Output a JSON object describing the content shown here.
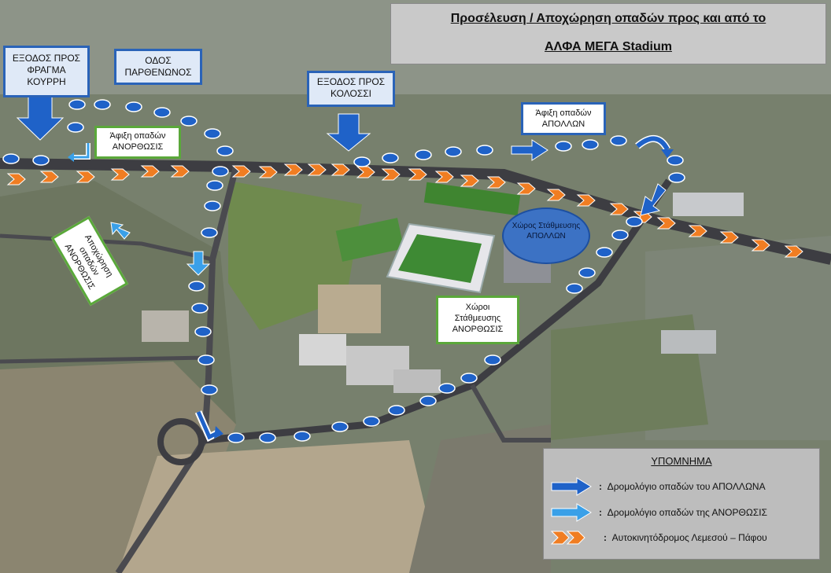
{
  "title": {
    "line1": "Προσέλευση / Αποχώρηση οπαδών προς και από το",
    "line2": "ΑΛΦΑ ΜΕΓΑ Stadium"
  },
  "labels": {
    "exit_fragma": "ΕΞΟΔΟΣ ΠΡΟΣ ΦΡΑΓΜΑ ΚΟΥΡΡΗ",
    "odos_parthenonos": "ΟΔΟΣ ΠΑΡΘΕΝΩΝΟΣ",
    "exit_kolossi": "ΕΞΟΔΟΣ ΠΡΟΣ ΚΟΛΟΣΣΙ",
    "arrival_apollon": "Άφιξη οπαδών ΑΠΟΛΛΩΝ",
    "arrival_anorthosis": "Άφιξη οπαδών ΑΝΟΡΘΩΣΙΣ",
    "departure_anorthosis": "Αποχώρηση οπαδών ΑΝΟΡΘΩΣΙΣ",
    "parking_apollon": "Χώρος Στάθμευσης ΑΠΟΛΛΩΝ",
    "parking_anorthosis": "Χώροι Στάθμευσης ΑΝΟΡΘΩΣΙΣ"
  },
  "legend": {
    "title": "ΥΠΟΜΝΗΜΑ",
    "items": [
      {
        "marker": ":",
        "text": "Δρομολόγιο οπαδών του ΑΠΟΛΛΩΝΑ",
        "icon": "dark-blue-arrow",
        "color": "#1f62c8"
      },
      {
        "marker": ":",
        "text": "Δρομολόγιο οπαδών της ΑΝΟΡΘΩΣΙΣ",
        "icon": "light-blue-arrow",
        "color": "#3aa0e8"
      },
      {
        "marker": ":",
        "text": "Αυτοκινητόδρομος Λεμεσού – Πάφου",
        "icon": "orange-chevrons",
        "color": "#f07d22"
      }
    ]
  },
  "colors": {
    "apollon_route": "#1f62c8",
    "anorthosis_route": "#3aa0e8",
    "highway": "#f07d22",
    "pitch": "#3e8a34"
  }
}
